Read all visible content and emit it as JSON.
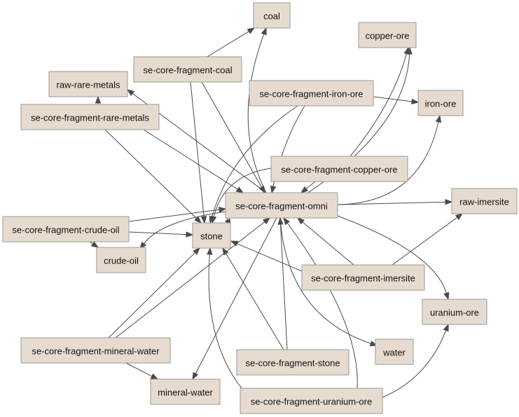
{
  "graph": {
    "colors": {
      "node_fill": "#e7dbcf",
      "node_border": "#9a9a9a",
      "edge": "#4a4a4a",
      "background": "#ffffff"
    },
    "nodes": [
      {
        "id": "coal",
        "label": "coal"
      },
      {
        "id": "copper-ore",
        "label": "copper-ore"
      },
      {
        "id": "se-core-fragment-coal",
        "label": "se-core-fragment-coal"
      },
      {
        "id": "raw-rare-metals",
        "label": "raw-rare-metals"
      },
      {
        "id": "se-core-fragment-iron-ore",
        "label": "se-core-fragment-iron-ore"
      },
      {
        "id": "iron-ore",
        "label": "iron-ore"
      },
      {
        "id": "se-core-fragment-rare-metals",
        "label": "se-core-fragment-rare-metals"
      },
      {
        "id": "se-core-fragment-copper-ore",
        "label": "se-core-fragment-copper-ore"
      },
      {
        "id": "se-core-fragment-omni",
        "label": "se-core-fragment-omni"
      },
      {
        "id": "raw-imersite",
        "label": "raw-imersite"
      },
      {
        "id": "se-core-fragment-crude-oil",
        "label": "se-core-fragment-crude-oil"
      },
      {
        "id": "stone",
        "label": "stone"
      },
      {
        "id": "crude-oil",
        "label": "crude-oil"
      },
      {
        "id": "se-core-fragment-imersite",
        "label": "se-core-fragment-imersite"
      },
      {
        "id": "uranium-ore",
        "label": "uranium-ore"
      },
      {
        "id": "se-core-fragment-mineral-water",
        "label": "se-core-fragment-mineral-water"
      },
      {
        "id": "water",
        "label": "water"
      },
      {
        "id": "se-core-fragment-stone",
        "label": "se-core-fragment-stone"
      },
      {
        "id": "mineral-water",
        "label": "mineral-water"
      },
      {
        "id": "se-core-fragment-uranium-ore",
        "label": "se-core-fragment-uranium-ore"
      }
    ],
    "edges": [
      {
        "from": "se-core-fragment-coal",
        "to": "coal"
      },
      {
        "from": "se-core-fragment-coal",
        "to": "stone"
      },
      {
        "from": "se-core-fragment-coal",
        "to": "se-core-fragment-omni"
      },
      {
        "from": "se-core-fragment-rare-metals",
        "to": "raw-rare-metals"
      },
      {
        "from": "se-core-fragment-rare-metals",
        "to": "stone"
      },
      {
        "from": "se-core-fragment-rare-metals",
        "to": "se-core-fragment-omni"
      },
      {
        "from": "se-core-fragment-iron-ore",
        "to": "iron-ore"
      },
      {
        "from": "se-core-fragment-iron-ore",
        "to": "stone"
      },
      {
        "from": "se-core-fragment-iron-ore",
        "to": "se-core-fragment-omni"
      },
      {
        "from": "se-core-fragment-copper-ore",
        "to": "copper-ore"
      },
      {
        "from": "se-core-fragment-copper-ore",
        "to": "stone"
      },
      {
        "from": "se-core-fragment-copper-ore",
        "to": "se-core-fragment-omni"
      },
      {
        "from": "se-core-fragment-crude-oil",
        "to": "crude-oil"
      },
      {
        "from": "se-core-fragment-crude-oil",
        "to": "stone"
      },
      {
        "from": "se-core-fragment-crude-oil",
        "to": "se-core-fragment-omni"
      },
      {
        "from": "se-core-fragment-imersite",
        "to": "raw-imersite"
      },
      {
        "from": "se-core-fragment-imersite",
        "to": "stone"
      },
      {
        "from": "se-core-fragment-imersite",
        "to": "se-core-fragment-omni"
      },
      {
        "from": "se-core-fragment-mineral-water",
        "to": "mineral-water"
      },
      {
        "from": "se-core-fragment-mineral-water",
        "to": "stone"
      },
      {
        "from": "se-core-fragment-mineral-water",
        "to": "se-core-fragment-omni"
      },
      {
        "from": "se-core-fragment-stone",
        "to": "stone"
      },
      {
        "from": "se-core-fragment-stone",
        "to": "se-core-fragment-omni"
      },
      {
        "from": "se-core-fragment-uranium-ore",
        "to": "uranium-ore"
      },
      {
        "from": "se-core-fragment-uranium-ore",
        "to": "stone"
      },
      {
        "from": "se-core-fragment-uranium-ore",
        "to": "se-core-fragment-omni"
      },
      {
        "from": "se-core-fragment-omni",
        "to": "coal"
      },
      {
        "from": "se-core-fragment-omni",
        "to": "copper-ore"
      },
      {
        "from": "se-core-fragment-omni",
        "to": "iron-ore"
      },
      {
        "from": "se-core-fragment-omni",
        "to": "raw-rare-metals"
      },
      {
        "from": "se-core-fragment-omni",
        "to": "raw-imersite"
      },
      {
        "from": "se-core-fragment-omni",
        "to": "stone"
      },
      {
        "from": "se-core-fragment-omni",
        "to": "crude-oil"
      },
      {
        "from": "se-core-fragment-omni",
        "to": "uranium-ore"
      },
      {
        "from": "se-core-fragment-omni",
        "to": "water"
      },
      {
        "from": "se-core-fragment-omni",
        "to": "mineral-water"
      }
    ]
  }
}
